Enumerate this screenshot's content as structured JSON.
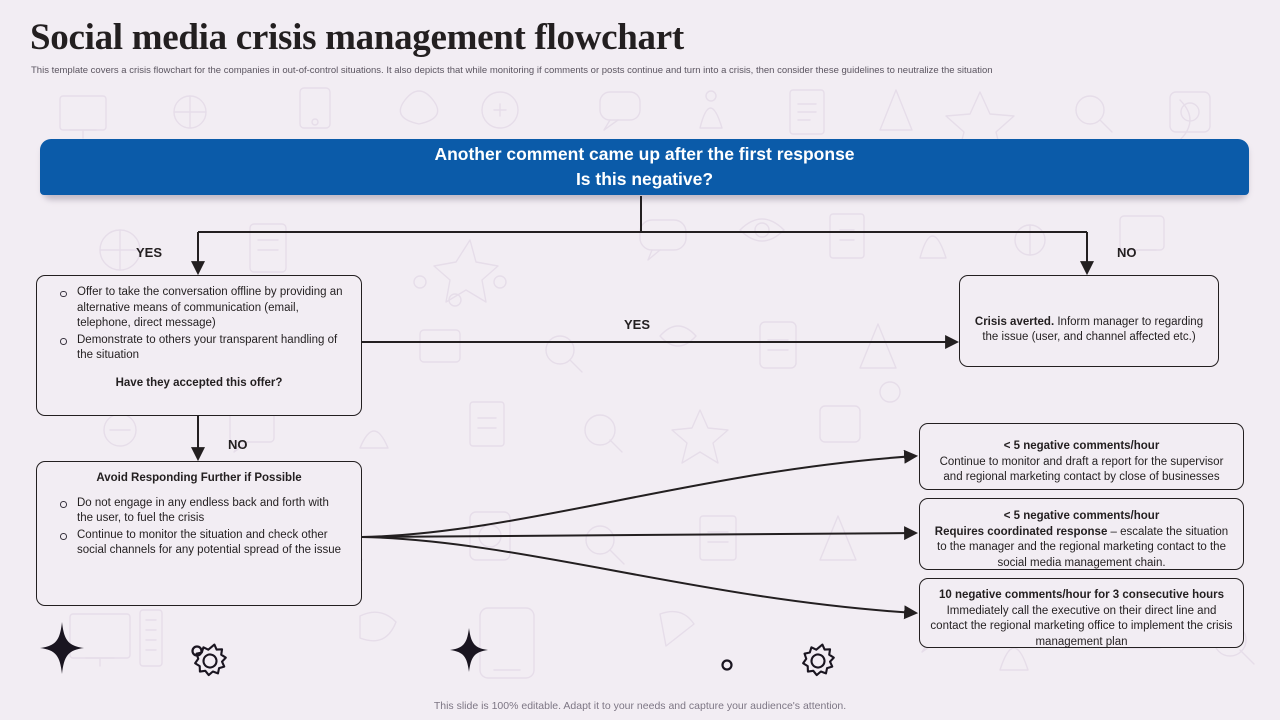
{
  "header": {
    "title": "Social media crisis management flowchart",
    "subtitle": "This template covers a crisis flowchart for the companies in out-of-control situations. It also depicts that while monitoring if comments or posts continue and turn into a crisis, then consider these guidelines to neutralize the situation"
  },
  "colors": {
    "background": "#f2edf3",
    "banner_blue": "#0b5ba9",
    "node_border": "#231f20",
    "text": "#231f20",
    "muted_text": "#5b5560"
  },
  "banner": {
    "line1": "Another comment came up after the first response",
    "line2": "Is this negative?"
  },
  "branch_labels": {
    "yes_top_left": "YES",
    "no_top_right": "NO",
    "yes_middle": "YES",
    "no_left": "NO"
  },
  "nodes": {
    "offer_offline": {
      "bullets": [
        "Offer to take the conversation offline by providing an alternative means of communication (email, telephone, direct message)",
        "Demonstrate to others your transparent handling of the situation"
      ],
      "question": "Have they accepted this offer?"
    },
    "crisis_averted": {
      "lead": "Crisis averted.",
      "rest": " Inform manager to regarding the issue (user, and channel affected etc.)"
    },
    "avoid_responding": {
      "heading": "Avoid Responding Further if Possible",
      "bullets": [
        "Do not engage in any endless back and forth with the user, to fuel the crisis",
        "Continue to monitor the situation and check other social channels for any potential spread of the issue"
      ]
    },
    "escalation_1": {
      "heading": "< 5 negative comments/hour",
      "body": "Continue to monitor and draft a report for the supervisor and regional marketing contact by close of businesses"
    },
    "escalation_2": {
      "heading": "< 5 negative comments/hour",
      "bold_lead": "Requires coordinated response",
      "body": " – escalate the situation to the manager and the regional marketing contact to the social media management chain."
    },
    "escalation_3": {
      "heading": "10 negative comments/hour for 3 consecutive hours",
      "body": "Immediately call the executive on their direct line and contact the regional marketing office to implement the crisis management plan"
    }
  },
  "footer": {
    "note": "This slide is 100% editable. Adapt it to your needs and capture your audience's attention."
  },
  "decorations": {
    "sparkle_1": "sparkle-icon",
    "sparkle_2": "sparkle-icon",
    "gear_1": "gear-icon",
    "gear_2": "gear-icon",
    "dot_1": "dot-icon",
    "dot_2": "dot-icon"
  }
}
